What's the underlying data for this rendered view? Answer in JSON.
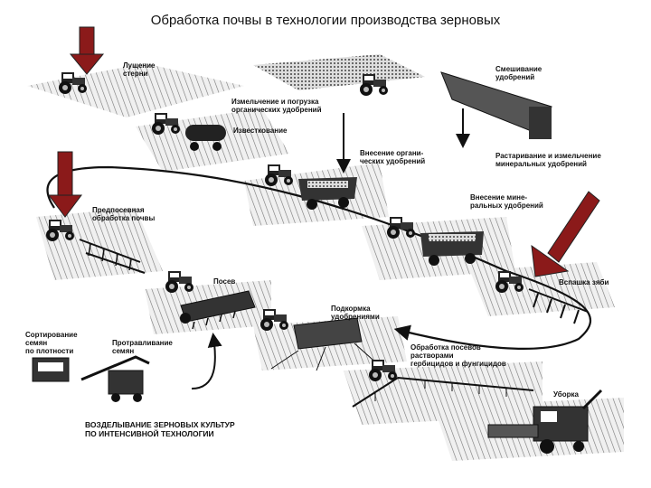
{
  "title": "Обработка почвы в технологии производства зерновых",
  "labels": {
    "stubble_plowing": "Лущение\nстерни",
    "grinding_loading_organic": "Измельчение и погрузка\nорганических удобрений",
    "liming": "Известкование",
    "organic_application": "Внесение органи-\nческих удобрений",
    "mixing_fertilizers": "Смешивание\nудобрений",
    "grinding_mineral": "Растаривание и измельчение\nминеральных удобрений",
    "mineral_application": "Внесение мине-\nральных удобрений",
    "presowing_tillage": "Предпосевная\nобработка почвы",
    "fall_plowing": "Вспашка зяби",
    "sowing": "Посев",
    "top_dressing": "Подкормка\nудобрениями",
    "seed_sorting": "Сортирование\nсемян\nпо плотности",
    "seed_treatment": "Протравливание\nсемян",
    "spraying": "Обработка посевов\nрастворами\nгербицидов и фунгицидов",
    "harvesting": "Уборка"
  },
  "caption": "ВОЗДЕЛЫВАНИЕ ЗЕРНОВЫХ КУЛЬТУР\nПО ИНТЕНСИВНОЙ ТЕХНОЛОГИИ",
  "colors": {
    "highlight_arrow": "#8b1a1a",
    "ink": "#111111",
    "field": "#d9d9d9"
  },
  "icons": [
    "down-arrow-icon",
    "tractor-icon",
    "tank-trailer-icon",
    "dump-truck-icon",
    "hopper-icon",
    "seeder-icon",
    "combine-icon",
    "seed-cleaner-icon",
    "sprayer-icon"
  ]
}
